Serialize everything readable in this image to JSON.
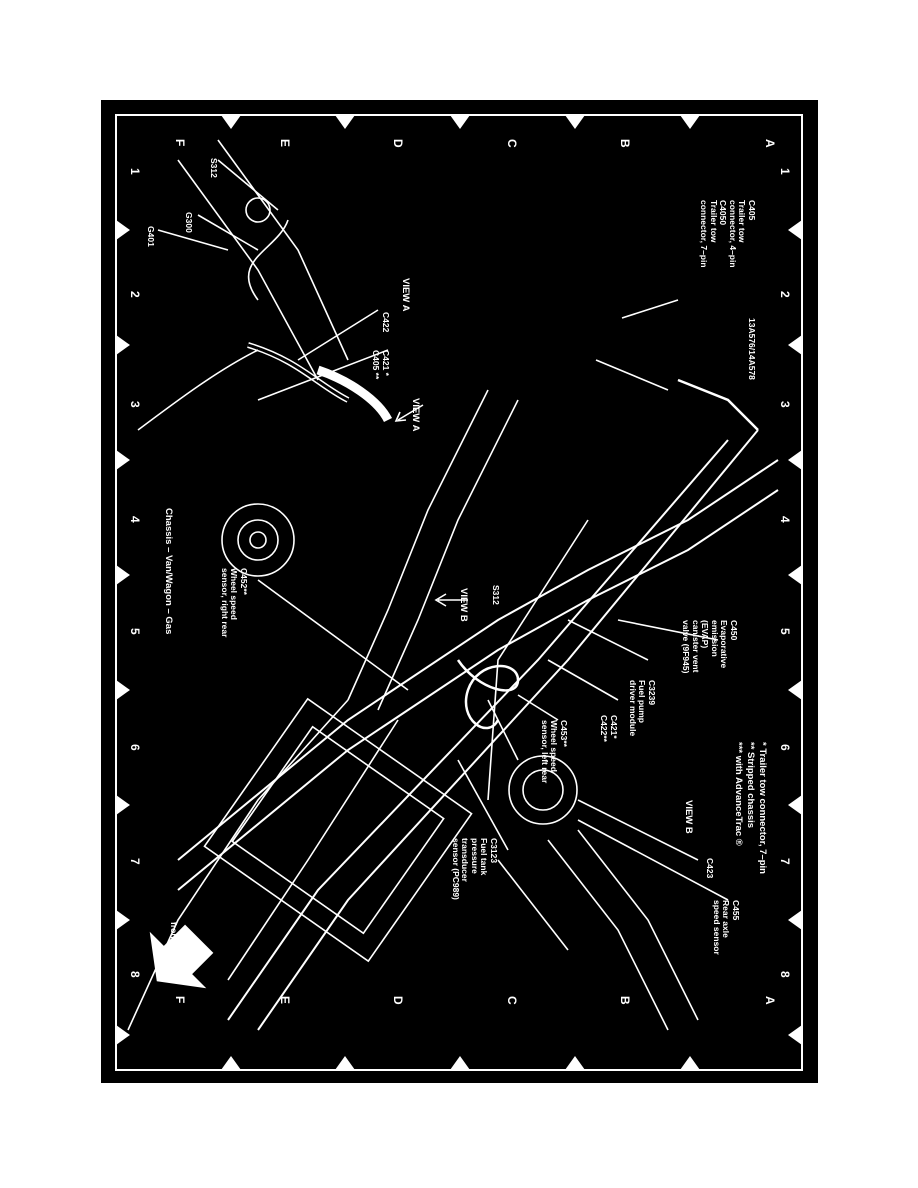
{
  "diagram": {
    "title": "Chassis – Van/Wagon – Gas",
    "orientation_note": "front of vehicle",
    "grid": {
      "rows": [
        "A",
        "B",
        "C",
        "D",
        "E",
        "F"
      ],
      "columns": [
        "1",
        "2",
        "3",
        "4",
        "5",
        "6",
        "7",
        "8"
      ]
    },
    "legend": [
      "* Trailer tow connector, 7–pin",
      "** Stripped chassis",
      "*** with AdvanceTrac ®"
    ],
    "views": {
      "view_a": "VIEW A",
      "view_b": "VIEW B"
    },
    "labels": {
      "c405_id": "C405",
      "c405_desc1": "Trailer tow",
      "c405_desc2": "connector, 4–pin",
      "c4050_id": "C4050",
      "c4050_desc1": "Trailer tow",
      "c4050_desc2": "connector, 7–pin",
      "harness": "13A576/14A578",
      "c450_id": "C450",
      "c450_desc": [
        "Evaporative",
        "emission",
        "(EVAP)",
        "canister vent",
        "valve (9F945)"
      ],
      "c3239_id": "C3239",
      "c3239_desc": [
        "Fuel pump",
        "driver module"
      ],
      "c421": "C421*",
      "c422": "C422**",
      "c453_id": "C453**",
      "c453_desc": [
        "Wheel speed",
        "sensor, left rear"
      ],
      "c3123_id": "C3123",
      "c3123_desc": [
        "Fuel tank",
        "pressure",
        "transducer",
        "sensor (PC989)"
      ],
      "s312": "S312",
      "c452_id": "C452**",
      "c452_desc": [
        "Wheel speed",
        "sensor, right rear"
      ],
      "c423": "C423",
      "c455_id": "C455",
      "c455_desc": [
        "Rear axle",
        "speed sensor"
      ],
      "view_a_s312": "S312",
      "g300": "G300",
      "g401": "G401",
      "view_a_c422": "C422",
      "view_a_c421": "C421 *",
      "view_a_c405": "C405 **"
    }
  }
}
